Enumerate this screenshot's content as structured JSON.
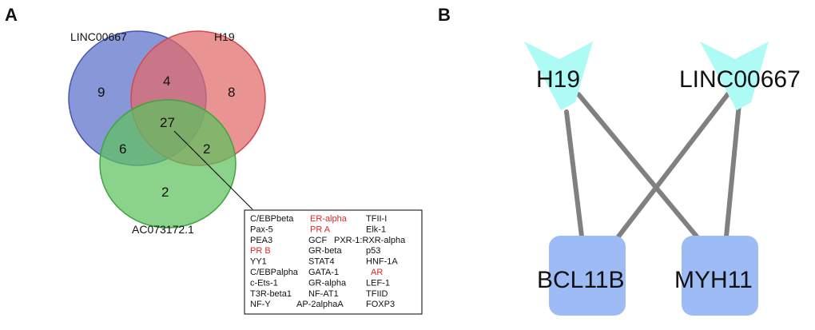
{
  "panel_a": {
    "label": "A",
    "sets": [
      {
        "name": "LINC00667",
        "color": "#5a6fc8",
        "stroke": "#4456b0"
      },
      {
        "name": "H19",
        "color": "#e06a6a",
        "stroke": "#d04a55"
      },
      {
        "name": "AC073172.1",
        "color": "#5ec05e",
        "stroke": "#3fa53f"
      }
    ],
    "counts": {
      "linc_only": "9",
      "h19_only": "8",
      "ac_only": "2",
      "linc_h19": "4",
      "linc_ac": "6",
      "h19_ac": "2",
      "all": "27"
    },
    "tf_list": [
      [
        {
          "text": "C/EBPbeta",
          "red": false
        },
        {
          "text": "ER-alpha",
          "red": true
        },
        {
          "text": "TFII-I",
          "red": false
        }
      ],
      [
        {
          "text": "Pax-5",
          "red": false
        },
        {
          "text": "PR A",
          "red": true
        },
        {
          "text": "Elk-1",
          "red": false
        }
      ],
      [
        {
          "text": "PEA3",
          "red": false
        },
        {
          "text": "GCF",
          "red": false
        },
        {
          "text": "PXR-1:RXR-alpha",
          "red": false
        }
      ],
      [
        {
          "text": "PR B",
          "red": true
        },
        {
          "text": "GR-beta",
          "red": false
        },
        {
          "text": "p53",
          "red": false
        }
      ],
      [
        {
          "text": "YY1",
          "red": false
        },
        {
          "text": "STAT4",
          "red": false
        },
        {
          "text": "HNF-1A",
          "red": false
        }
      ],
      [
        {
          "text": "C/EBPalpha",
          "red": false
        },
        {
          "text": "GATA-1",
          "red": false
        },
        {
          "text": "AR",
          "red": true
        }
      ],
      [
        {
          "text": "c-Ets-1",
          "red": false
        },
        {
          "text": "GR-alpha",
          "red": false
        },
        {
          "text": "LEF-1",
          "red": false
        }
      ],
      [
        {
          "text": "T3R-beta1",
          "red": false
        },
        {
          "text": "NF-AT1",
          "red": false
        },
        {
          "text": "TFIID",
          "red": false
        }
      ],
      [
        {
          "text": "NF-Y",
          "red": false
        },
        {
          "text": "AP-2alphaA",
          "red": false
        },
        {
          "text": "FOXP3",
          "red": false
        }
      ]
    ]
  },
  "panel_b": {
    "label": "B",
    "lncrna_nodes": [
      {
        "name": "H19",
        "color": "#aefaf5"
      },
      {
        "name": "LINC00667",
        "color": "#aefaf5"
      }
    ],
    "gene_nodes": [
      {
        "name": "BCL11B",
        "color": "#9dbcf5"
      },
      {
        "name": "MYH11",
        "color": "#9dbcf5"
      }
    ],
    "edge_color": "#808080"
  }
}
